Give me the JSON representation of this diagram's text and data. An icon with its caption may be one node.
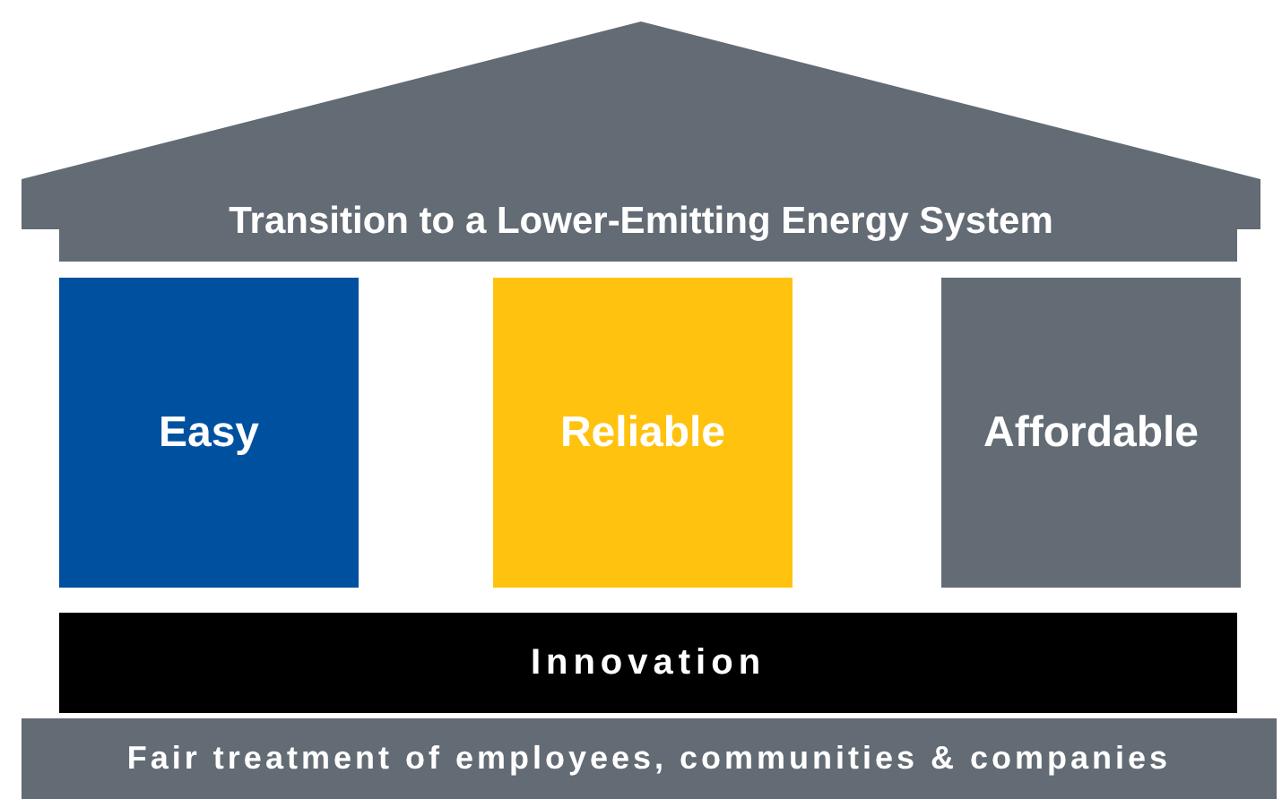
{
  "diagram": {
    "nodes": [
      {
        "text": [
          "Transition to a Lower-Emitting Energy System"
        ]
      },
      {
        "text": [
          "Easy"
        ]
      },
      {
        "text": [
          "Reliable"
        ]
      },
      {
        "text": [
          "Affordable"
        ]
      },
      {
        "text": [
          "Innovation"
        ]
      },
      {
        "text": [
          "Fair treatment of employees, communities & companies"
        ]
      }
    ]
  }
}
